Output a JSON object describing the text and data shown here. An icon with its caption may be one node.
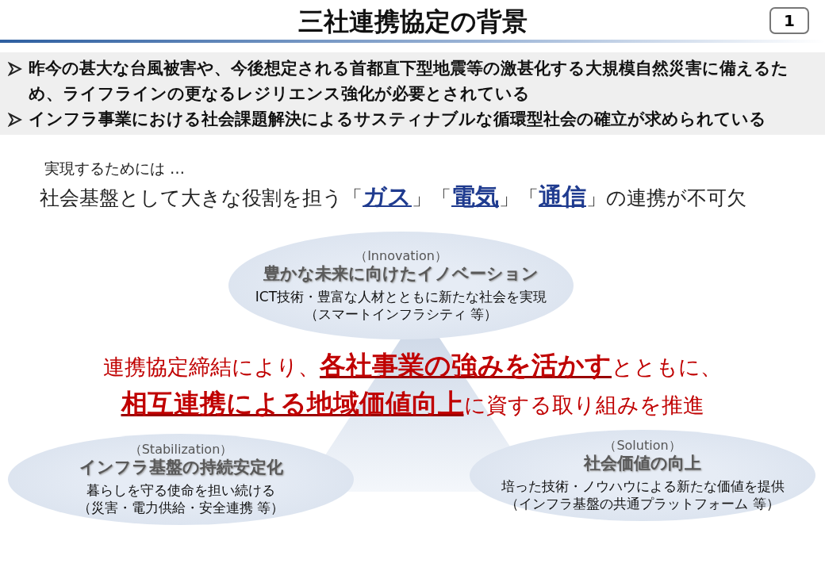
{
  "diagram": {
    "title": "三社連携協定の背景",
    "nodes": [
      {
        "text": [
          "（Innovation）",
          "豊かな未来に向けたイノベーション",
          "ICT技術・豊富な人材とともに新たな社会を実現",
          "（スマートインフラシティ 等）"
        ]
      },
      {
        "text": [
          "（Stabilization）",
          "インフラ基盤の持続安定化",
          "暮らしを守る使命を担い続ける",
          "（災害・電力供給・安全連携 等）"
        ]
      },
      {
        "text": [
          "（Solution）",
          "社会価値の向上",
          "培った技術・ノウハウによる新たな価値を提供",
          "（インフラ基盤の共通プラットフォーム 等）"
        ]
      }
    ],
    "edges": [],
    "labels": [
      "1",
      "昨今の甚大な台風被害や、今後想定される首都直下型地震等の激甚化する大規模自然災害に備えるため、ライフラインの更なるレジリエンス強化が必要とされている",
      "インフラ事業における社会課題解決によるサスティナブルな循環型社会の確立が求められている",
      "実現するためには …",
      "社会基盤として大きな役割を担う「**ガス**」「**電気**」「**通信**」の連携が不可欠",
      "連携協定締結により、**各社事業の強みを活かす**とともに、**相互連携による地域価値向上**に資する取り組みを推進"
    ]
  }
}
